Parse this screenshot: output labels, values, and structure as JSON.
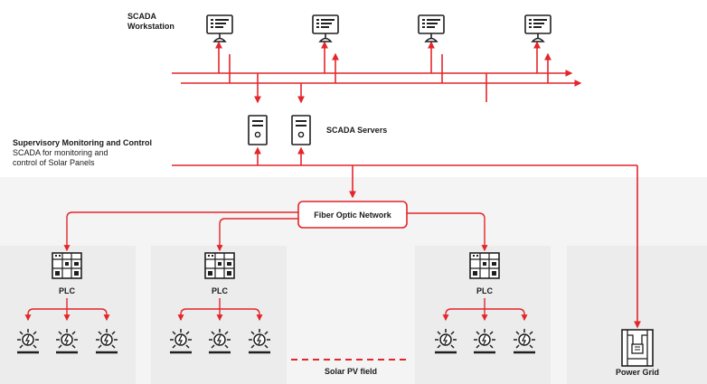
{
  "labels": {
    "workstation_line1": "SCADA",
    "workstation_line2": "Workstation",
    "servers": "SCADA Servers",
    "supervisory_title": "Supervisory Monitoring and Control",
    "supervisory_desc_line1": "SCADA for monitoring and",
    "supervisory_desc_line2": "control of Solar Panels",
    "fiber": "Fiber Optic Network",
    "plc": "PLC",
    "pv_field": "Solar PV field",
    "power_grid": "Power Grid"
  },
  "colors": {
    "accent": "#e4252a",
    "icon": "#1f1f1f",
    "panel": "#efefef",
    "text": "#1a1a1a"
  },
  "icons": {
    "workstation": "monitor-icon",
    "server": "server-icon",
    "plc": "plc-icon",
    "solar": "solar-panel-icon",
    "grid": "power-grid-icon"
  }
}
